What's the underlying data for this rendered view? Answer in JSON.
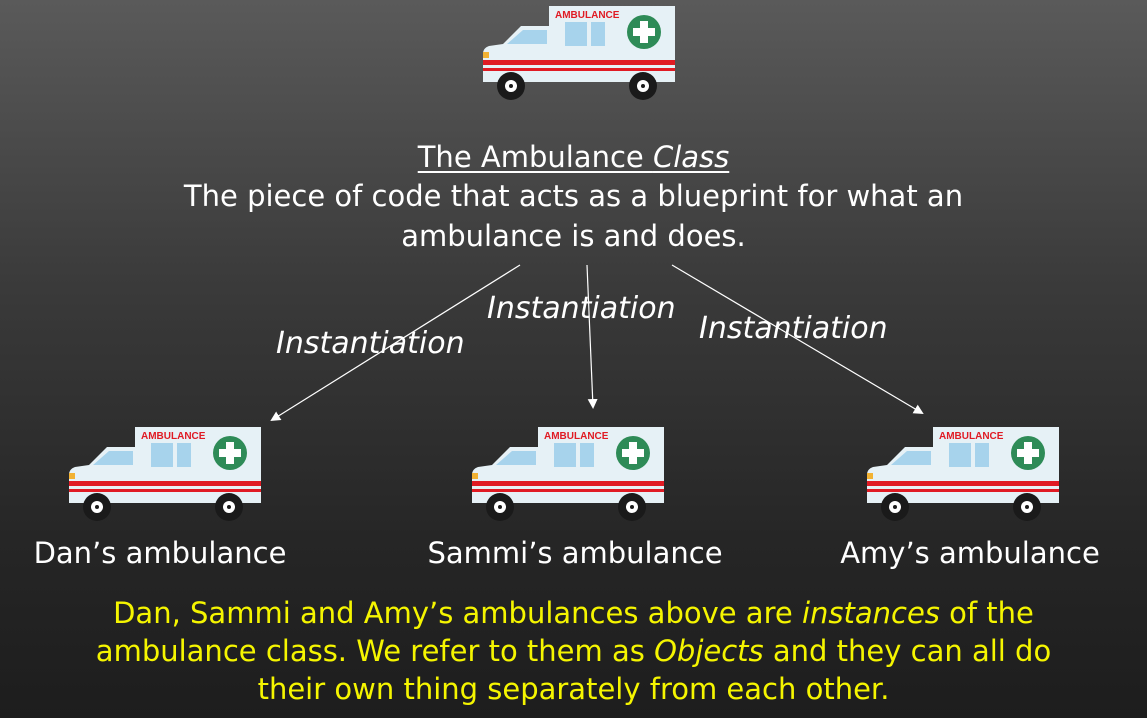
{
  "ambulance_label": "AMBULANCE",
  "class_box": {
    "title_prefix": "The Ambulance ",
    "title_emphasis": "Class",
    "description_line1": "The piece of code that acts as a blueprint for what an",
    "description_line2": "ambulance is and does."
  },
  "edge_labels": [
    "Instantiation",
    "Instantiation",
    "Instantiation"
  ],
  "instances": [
    {
      "caption": "Dan’s ambulance"
    },
    {
      "caption": "Sammi’s ambulance"
    },
    {
      "caption": "Amy’s ambulance"
    }
  ],
  "footnote": {
    "line1_pre": "Dan, Sammi and Amy’s ambulances above are ",
    "line1_em": "instances",
    "line1_post": " of the",
    "line2_pre": "ambulance class.  We refer to them as ",
    "line2_em": "Objects",
    "line2_post": " and they can all do",
    "line3": "their own thing separately from each other."
  },
  "colors": {
    "text": "#ffffff",
    "note": "#f5f500",
    "ambulance_body": "#e6f1f6",
    "ambulance_stripe": "#e01b24",
    "cross": "#2e8b57",
    "window": "#a7d3ec"
  }
}
